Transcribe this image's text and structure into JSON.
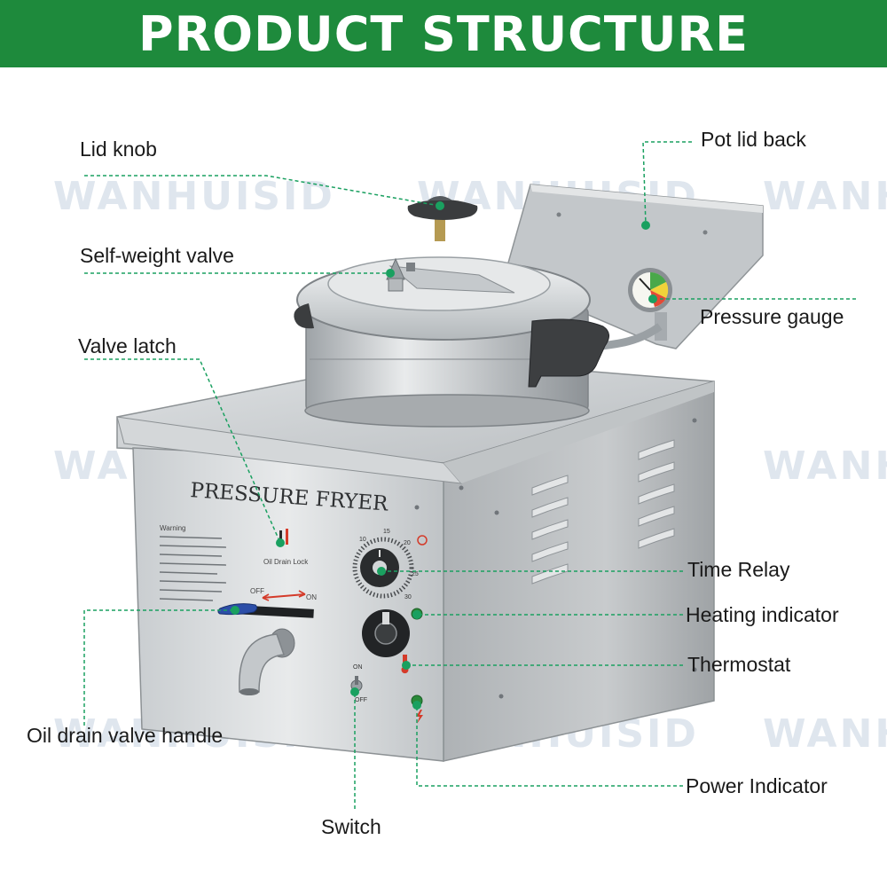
{
  "banner": {
    "title": "PRODUCT STRUCTURE",
    "color": "#1e8a3c"
  },
  "watermark": {
    "text": "WANHUISID",
    "color": "#dfe6ee"
  },
  "product": {
    "panel_title": "PRESSURE FRYER",
    "drain_lock_label": "Oil Drain Lock",
    "warning_label": "Warning",
    "drain_off": "OFF",
    "drain_on": "ON",
    "switch_on": "ON",
    "switch_off": "OFF",
    "timer_ticks": [
      "10",
      "15",
      "20",
      "25",
      "30"
    ]
  },
  "callouts": {
    "line_color": "#1aa060",
    "lid_knob": "Lid knob",
    "self_weight_valve": "Self-weight valve",
    "valve_latch": "Valve latch",
    "oil_drain_valve_handle": "Oil drain valve handle",
    "switch": "Switch",
    "pot_lid_back": "Pot lid back",
    "pressure_gauge": "Pressure gauge",
    "time_relay": "Time Relay",
    "heating_indicator": "Heating indicator",
    "thermostat": "Thermostat",
    "power_indicator": "Power Indicator"
  }
}
